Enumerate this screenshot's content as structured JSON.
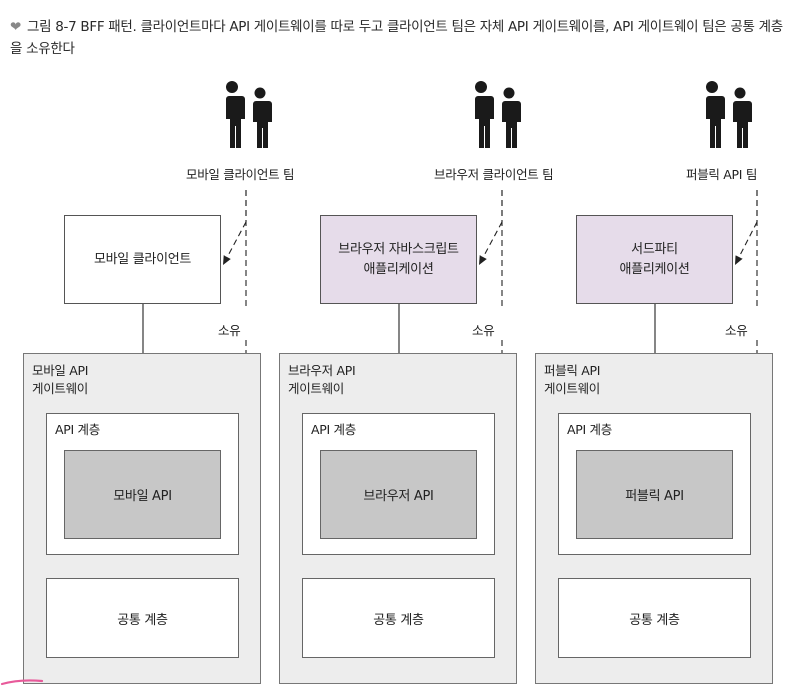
{
  "caption": {
    "marker": "❤",
    "text": "그림 8-7 BFF 패턴. 클라이언트마다 API 게이트웨이를 따로 두고 클라이언트 팀은 자체 API 게이트웨이를, API 게이트웨이 팀은 공통 계층을 소유한다"
  },
  "columns": [
    {
      "team_label": "모바일 클라이언트 팀",
      "client_lines": [
        "모바일 클라이언트"
      ],
      "owns_label": "소유",
      "gateway_lines": [
        "모바일 API",
        "게이트웨이"
      ],
      "api_layer_label": "API 계층",
      "api_label": "모바일 API",
      "common_label": "공통 계층"
    },
    {
      "team_label": "브라우저 클라이언트 팀",
      "client_lines": [
        "브라우저 자바스크립트",
        "애플리케이션"
      ],
      "owns_label": "소유",
      "gateway_lines": [
        "브라우저 API",
        "게이트웨이"
      ],
      "api_layer_label": "API 계층",
      "api_label": "브라우저 API",
      "common_label": "공통 계층"
    },
    {
      "team_label": "퍼블릭 API 팀",
      "client_lines": [
        "서드파티",
        "애플리케이션"
      ],
      "owns_label": "소유",
      "gateway_lines": [
        "퍼블릭 API",
        "게이트웨이"
      ],
      "api_layer_label": "API 계층",
      "api_label": "퍼블릭 API",
      "common_label": "공통 계층"
    }
  ],
  "colors": {
    "purple_box": "#e6dcea",
    "gateway_bg": "#ededed",
    "api_box_bg": "#c7c7c7",
    "pink_mark": "#e85a9a"
  },
  "icons": [
    "people-icon"
  ]
}
